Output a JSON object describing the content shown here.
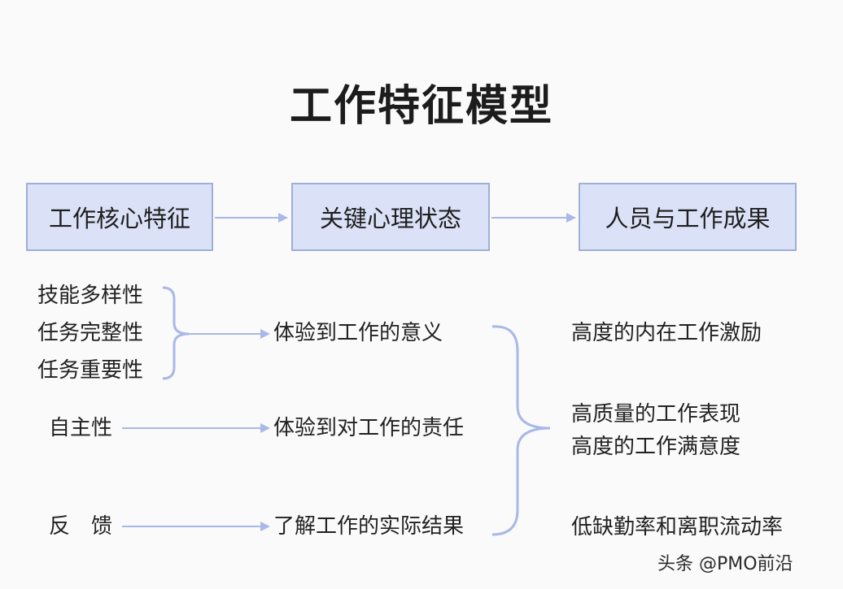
{
  "title": "工作特征模型",
  "columns": {
    "core": "工作核心特征",
    "psych": "关键心理状态",
    "outcome": "人员与工作成果"
  },
  "core_dimensions": {
    "group1": [
      "技能多样性",
      "任务完整性",
      "任务重要性"
    ],
    "autonomy": "自主性",
    "feedback": "反　馈"
  },
  "psych_states": [
    "体验到工作的意义",
    "体验到对工作的责任",
    "了解工作的实际结果"
  ],
  "outcomes": [
    "高度的内在工作激励",
    "高质量的工作表现",
    "高度的工作满意度",
    "低缺勤率和离职流动率"
  ],
  "watermark": "头条 @PMO前沿",
  "colors": {
    "box_fill": "#dbe2f7",
    "box_border": "#9eb0d6",
    "arrow": "#a8b8e8"
  }
}
